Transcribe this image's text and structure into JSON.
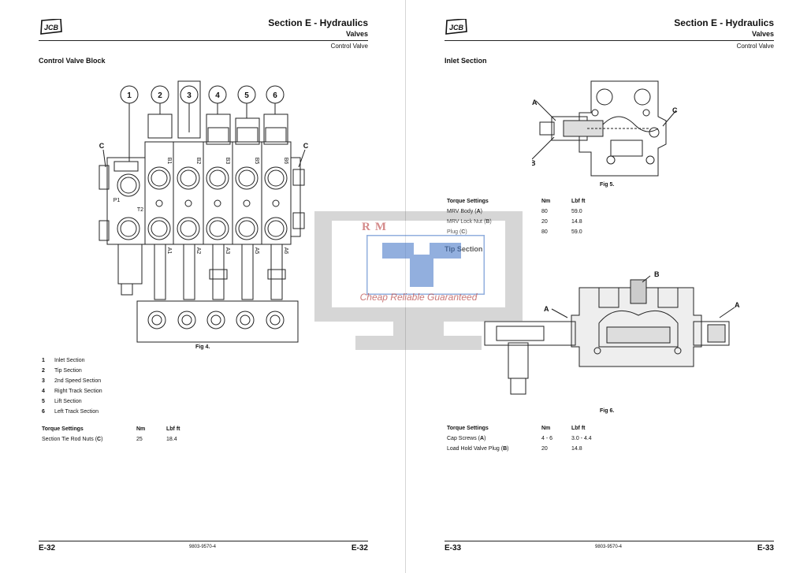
{
  "left": {
    "logo": "JCB",
    "header": {
      "title": "Section E - Hydraulics",
      "subtitle": "Valves",
      "subsection": "Control Valve"
    },
    "section_title": "Control Valve Block",
    "figure": {
      "caption": "Fig 4.",
      "callouts": [
        "1",
        "2",
        "3",
        "4",
        "5",
        "6"
      ],
      "ports_top": [
        "B1",
        "B2",
        "B3",
        "B5",
        "B6"
      ],
      "ports_bottom": [
        "A1",
        "A2",
        "A3",
        "A5",
        "A6"
      ],
      "side_labels": {
        "c": "C",
        "p1": "P1",
        "t2": "T2"
      }
    },
    "legend": [
      {
        "num": "1",
        "text": "Inlet Section"
      },
      {
        "num": "2",
        "text": "Tip Section"
      },
      {
        "num": "3",
        "text": "2nd Speed Section"
      },
      {
        "num": "4",
        "text": "Right Track Section"
      },
      {
        "num": "5",
        "text": "Lift Section"
      },
      {
        "num": "6",
        "text": "Left Track Section"
      }
    ],
    "torque": {
      "headers": [
        "Torque Settings",
        "Nm",
        "Lbf ft"
      ],
      "rows": [
        {
          "item": "Section Tie Rod Nuts (",
          "ref": "C",
          "close": ")",
          "nm": "25",
          "lbf": "18.4"
        }
      ]
    },
    "footer": {
      "page": "E-32",
      "doc": "9803-9570-4"
    }
  },
  "right": {
    "logo": "JCB",
    "header": {
      "title": "Section E - Hydraulics",
      "subtitle": "Valves",
      "subsection": "Control Valve"
    },
    "section_title": "Inlet Section",
    "fig5": {
      "caption": "Fig 5.",
      "labels": {
        "a": "A",
        "b": "B",
        "c": "C"
      }
    },
    "torque1": {
      "headers": [
        "Torque Settings",
        "Nm",
        "Lbf ft"
      ],
      "rows": [
        {
          "item": "MRV Body (",
          "ref": "A",
          "close": ")",
          "nm": "80",
          "lbf": "59.0"
        },
        {
          "item": "MRV Lock Nut (",
          "ref": "B",
          "close": ")",
          "nm": "20",
          "lbf": "14.8"
        },
        {
          "item": "Plug (",
          "ref": "C",
          "close": ")",
          "nm": "80",
          "lbf": "59.0"
        }
      ]
    },
    "tip_title": "Tip Section",
    "fig6": {
      "caption": "Fig 6.",
      "labels": {
        "a": "A",
        "b": "B"
      }
    },
    "torque2": {
      "headers": [
        "Torque Settings",
        "Nm",
        "Lbf ft"
      ],
      "rows": [
        {
          "item": "Cap Screws (",
          "ref": "A",
          "close": ")",
          "nm": "4 - 6",
          "lbf": "3.0 - 4.4"
        },
        {
          "item": "Load Hold Valve Plug (",
          "ref": "B",
          "close": ")",
          "nm": "20",
          "lbf": "14.8"
        }
      ]
    },
    "footer": {
      "page": "E-33",
      "doc": "9803-9570-4"
    }
  },
  "watermark": {
    "mark": "RM",
    "text": "Cheap Reliable Guaranteed"
  }
}
